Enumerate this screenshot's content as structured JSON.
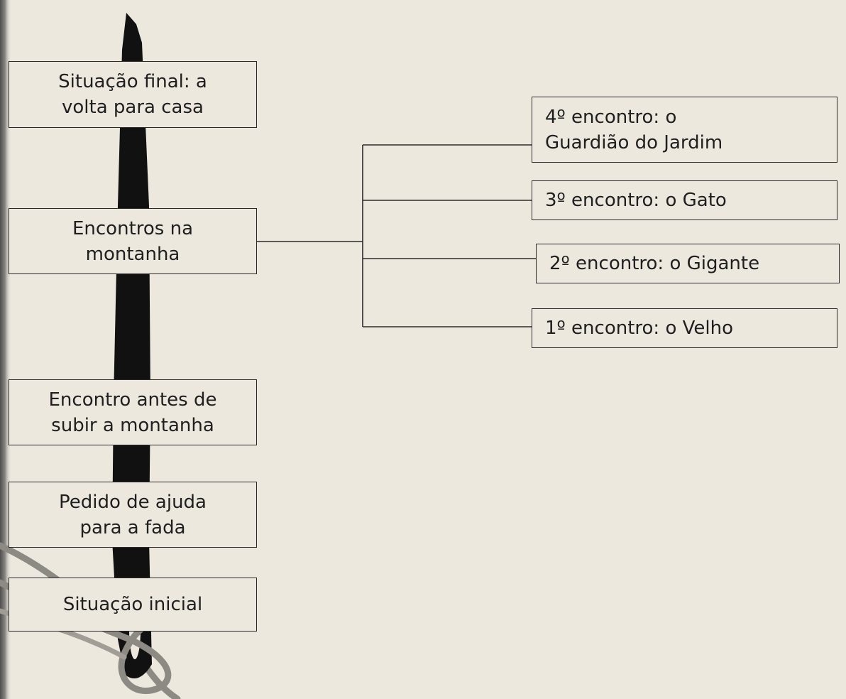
{
  "diagram": {
    "stages": [
      {
        "id": "situacao-final",
        "label": "Situação final: a\nvolta para casa"
      },
      {
        "id": "encontros-na-montanha",
        "label": "Encontros na\nmontanha"
      },
      {
        "id": "encontro-antes",
        "label": "Encontro antes de\nsubir a montanha"
      },
      {
        "id": "pedido-de-ajuda",
        "label": "Pedido de ajuda\npara a fada"
      },
      {
        "id": "situacao-inicial",
        "label": "Situação inicial"
      }
    ],
    "encounters": [
      {
        "id": "encontro-4",
        "label": "4º encontro: o\nGuardião do Jardim"
      },
      {
        "id": "encontro-3",
        "label": "3º encontro: o Gato"
      },
      {
        "id": "encontro-2",
        "label": "2º encontro: o Gigante"
      },
      {
        "id": "encontro-1",
        "label": "1º encontro: o Velho"
      }
    ],
    "colors": {
      "background": "#ece8de",
      "box_border": "#2a2a2a",
      "needle": "#111111",
      "thread": "#8d8a84",
      "left_edge_shadow": "#5a5a5a"
    }
  }
}
